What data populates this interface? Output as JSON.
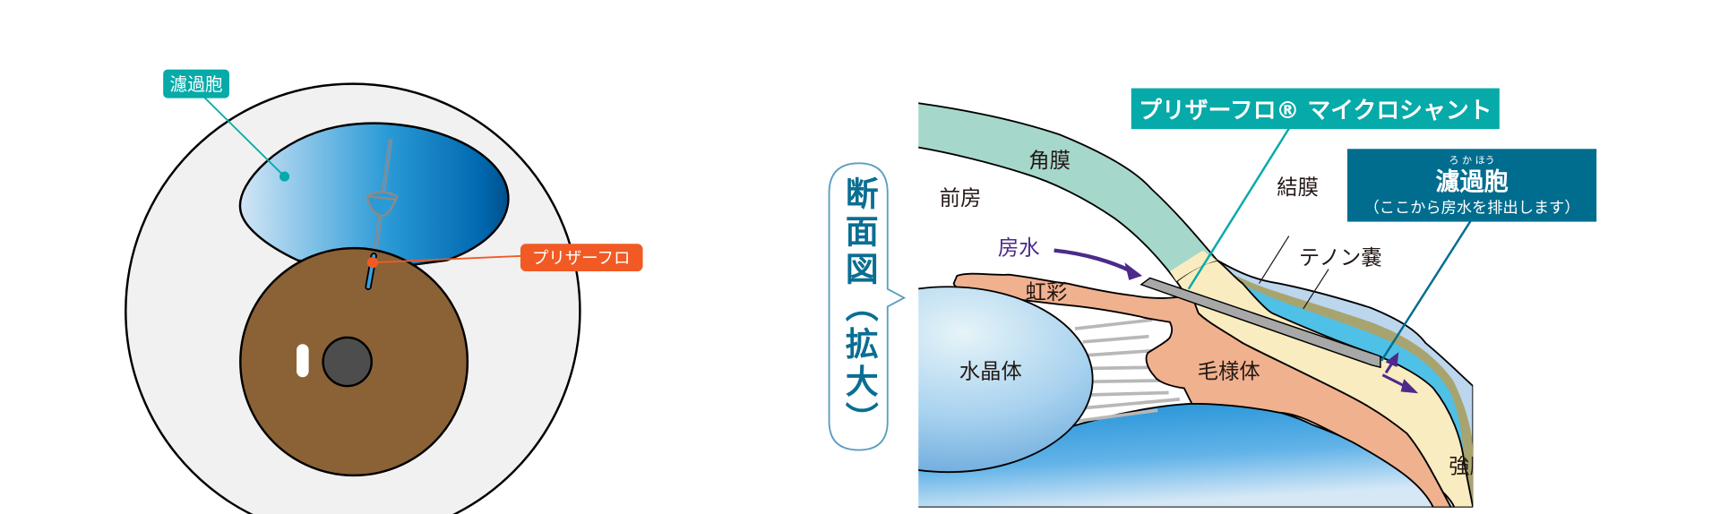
{
  "front_view": {
    "bleb_label": "濾過胞",
    "shunt_label": "プリザーフロ"
  },
  "cross_section": {
    "bubble_title": "断面図（拡大）",
    "shunt_box": "プリザーフロ® マイクロシャント",
    "bleb_box": {
      "ruby": "ろ か ほう",
      "title": "濾過胞",
      "subtitle": "（ここから房水を排出します）"
    },
    "labels": {
      "cornea": "角膜",
      "anterior_chamber": "前房",
      "aqueous_humor": "房水",
      "iris": "虹彩",
      "lens": "水晶体",
      "ciliary_body": "毛様体",
      "conjunctiva": "結膜",
      "tenon": "テノン嚢",
      "sclera": "強膜"
    }
  },
  "colors": {
    "teal": "#06aaa8",
    "orange": "#f15a24",
    "navy_blue": "#006d8f",
    "purple": "#4b2a8a",
    "iris_brown": "#8b6136",
    "cornea_green": "#a6d7cb",
    "sclera_cream": "#f8ecc0",
    "tissue_salmon": "#f0b18f"
  }
}
